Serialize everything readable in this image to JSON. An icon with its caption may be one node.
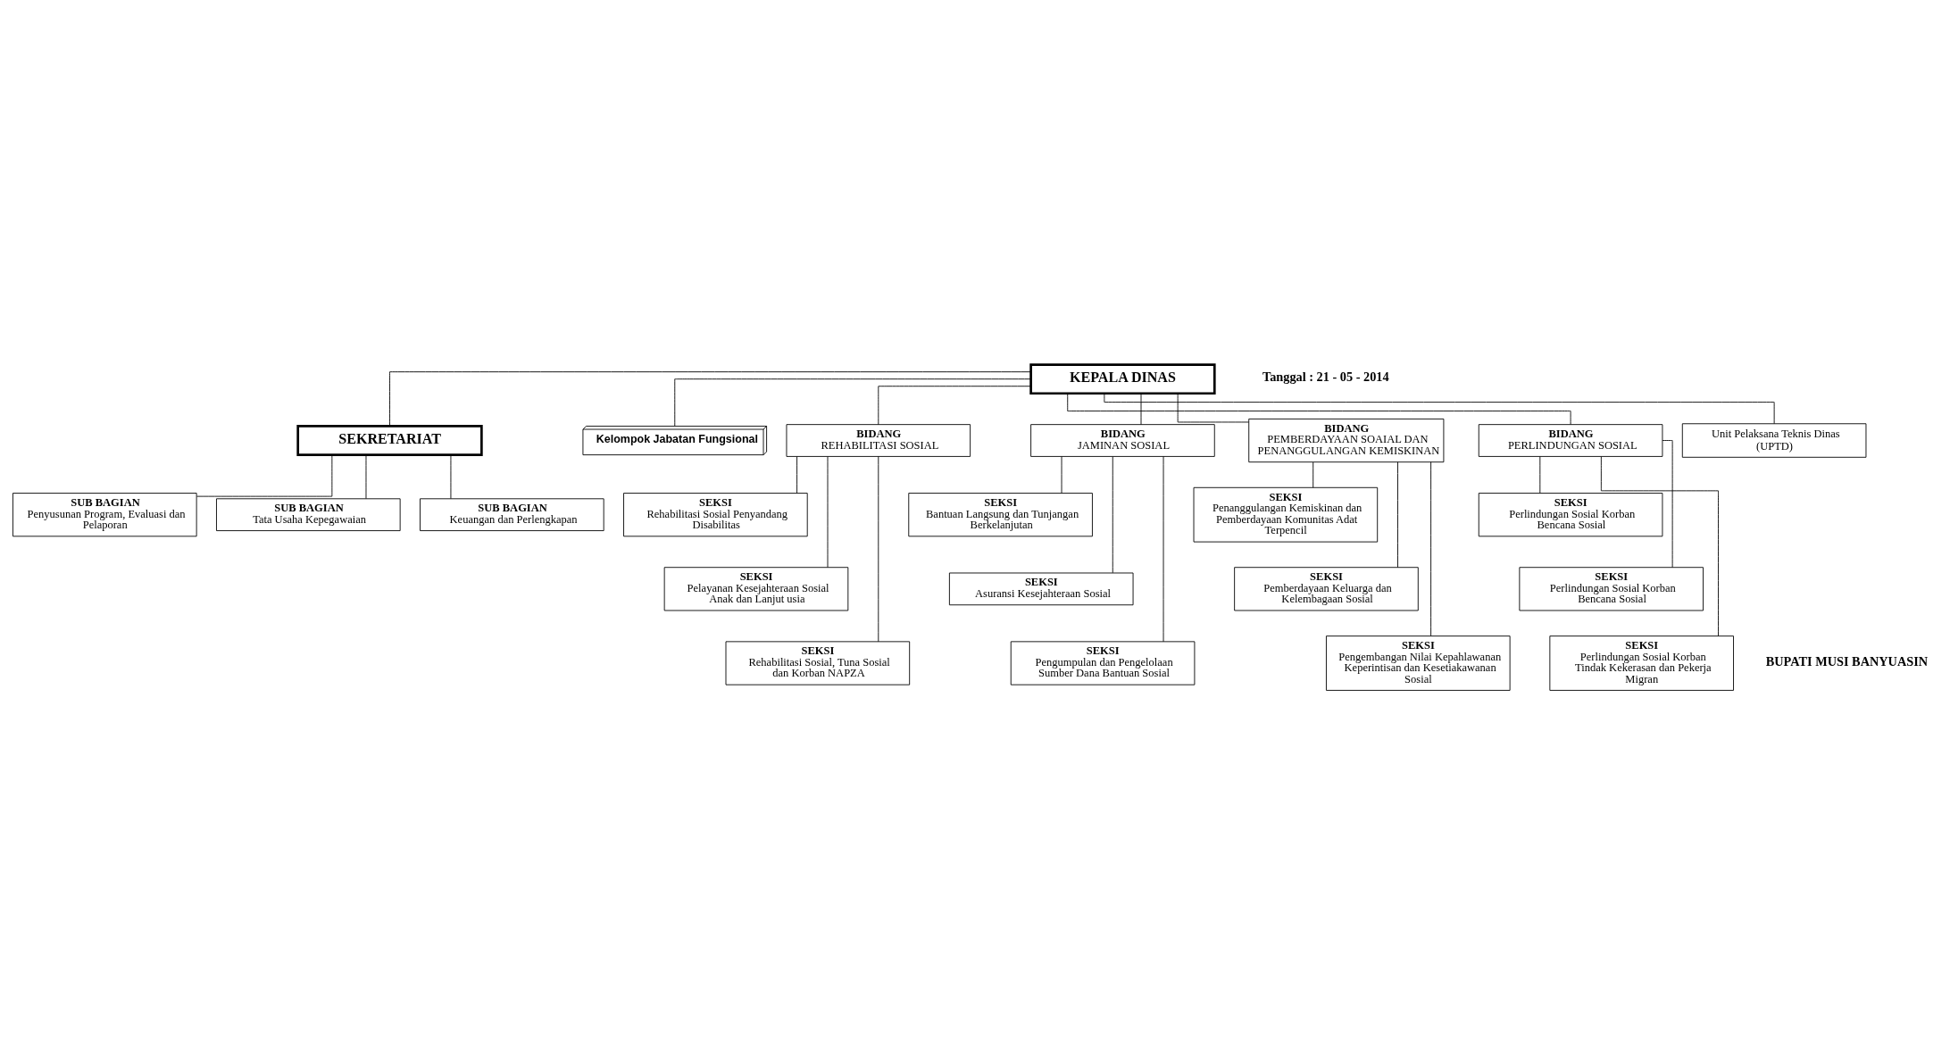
{
  "diagram": {
    "nodes": [
      {
        "text": [
          "KEPALA DINAS"
        ]
      },
      {
        "text": [
          "SEKRETARIAT"
        ]
      },
      {
        "text": [
          "Kelompok Jabatan Fungsional"
        ]
      },
      {
        "text": [
          "SUB BAGIAN",
          "Penyusunan Program, Evaluasi dan Pelaporan"
        ]
      },
      {
        "text": [
          "SUB BAGIAN",
          "Tata Usaha Kepegawaian"
        ]
      },
      {
        "text": [
          "SUB BAGIAN",
          "Keuangan dan Perlengkapan"
        ]
      },
      {
        "text": [
          "BIDANG",
          "REHABILITASI SOSIAL"
        ]
      },
      {
        "text": [
          "BIDANG",
          "JAMINAN SOSIAL"
        ]
      },
      {
        "text": [
          "BIDANG",
          "PEMBERDAYAAN SOAIAL DAN PENANGGULANGAN KEMISKINAN"
        ]
      },
      {
        "text": [
          "BIDANG",
          "PERLINDUNGAN SOSIAL"
        ]
      },
      {
        "text": [
          "SEKSI",
          "Rehabilitasi Sosial Penyandang Disabilitas"
        ]
      },
      {
        "text": [
          "SEKSI",
          "Pelayanan Kesejahteraan Sosial Anak dan Lanjut usia"
        ]
      },
      {
        "text": [
          "SEKSI",
          "Rehabilitasi Sosial, Tuna Sosial dan Korban NAPZA"
        ]
      },
      {
        "text": [
          "SEKSI",
          "Bantuan Langsung dan Tunjangan Berkelanjutan"
        ]
      },
      {
        "text": [
          "SEKSI",
          "Asuransi Kesejahteraan Sosial"
        ]
      },
      {
        "text": [
          "SEKSI",
          "Pengumpulan dan Pengelolaan Sumber Dana Bantuan Sosial"
        ]
      },
      {
        "text": [
          "SEKSI",
          "Penanggulangan Kemiskinan dan Pemberdayaan Komunitas Adat Terpencil"
        ]
      },
      {
        "text": [
          "SEKSI",
          "Pemberdayaan Keluarga dan Kelembagaan Sosial"
        ]
      },
      {
        "text": [
          "SEKSI",
          "Pengembangan Nilai Kepahlawanan Keperintisan dan Kesetiakawanan Sosial"
        ]
      },
      {
        "text": [
          "SEKSI",
          "Perlindungan Sosial Korban Bencana Sosial"
        ]
      },
      {
        "text": [
          "SEKSI",
          "Perlindungan Sosial Korban Bencana Sosial"
        ]
      },
      {
        "text": [
          "SEKSI",
          "Perlindungan Sosial Korban Tindak Kekerasan dan Pekerja Migran"
        ]
      },
      {
        "text": [
          "Unit Pelaksana Teknis Dinas (UPTD)"
        ]
      }
    ],
    "edges": [
      {
        "from": 0,
        "to": 1,
        "arrow": "none"
      },
      {
        "from": 0,
        "to": 2,
        "arrow": "none"
      },
      {
        "from": 1,
        "to": 3,
        "arrow": "none"
      },
      {
        "from": 1,
        "to": 4,
        "arrow": "none"
      },
      {
        "from": 1,
        "to": 5,
        "arrow": "none"
      },
      {
        "from": 0,
        "to": 6,
        "arrow": "none"
      },
      {
        "from": 0,
        "to": 7,
        "arrow": "none"
      },
      {
        "from": 0,
        "to": 8,
        "arrow": "none"
      },
      {
        "from": 0,
        "to": 9,
        "arrow": "none"
      },
      {
        "from": 6,
        "to": 10,
        "arrow": "none"
      },
      {
        "from": 6,
        "to": 11,
        "arrow": "none"
      },
      {
        "from": 6,
        "to": 12,
        "arrow": "none"
      },
      {
        "from": 7,
        "to": 13,
        "arrow": "none"
      },
      {
        "from": 7,
        "to": 14,
        "arrow": "none"
      },
      {
        "from": 7,
        "to": 15,
        "arrow": "none"
      },
      {
        "from": 8,
        "to": 16,
        "arrow": "none"
      },
      {
        "from": 8,
        "to": 17,
        "arrow": "none"
      },
      {
        "from": 8,
        "to": 18,
        "arrow": "none"
      },
      {
        "from": 9,
        "to": 19,
        "arrow": "none"
      },
      {
        "from": 9,
        "to": 20,
        "arrow": "none"
      },
      {
        "from": 9,
        "to": 21,
        "arrow": "none"
      },
      {
        "from": 0,
        "to": 22,
        "arrow": "none"
      }
    ],
    "labels": [
      "Tanggal : 21 - 05 - 2014",
      "BUPATI MUSI BANYUASIN"
    ]
  }
}
